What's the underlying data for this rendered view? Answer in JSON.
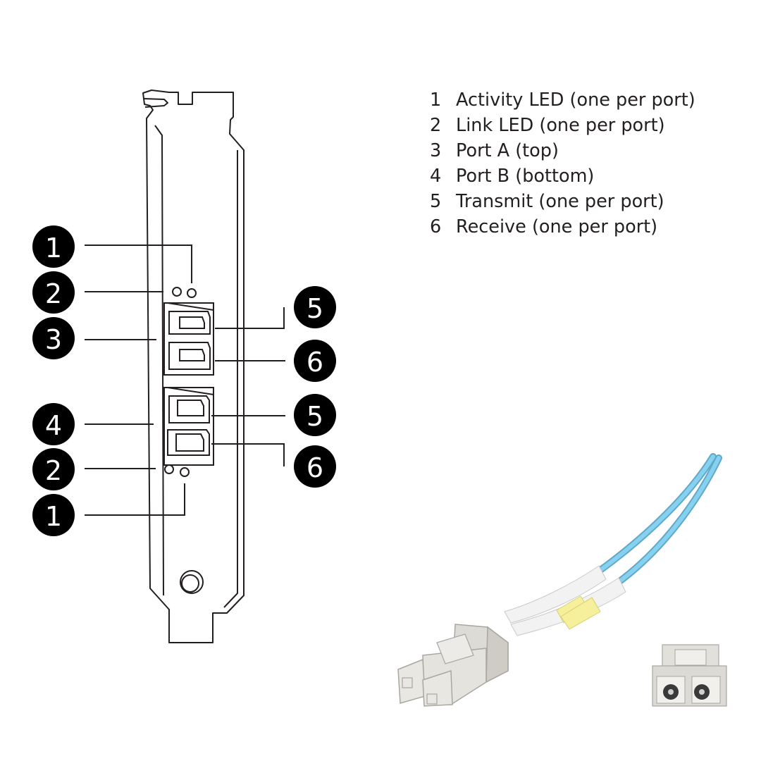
{
  "legend": [
    {
      "number": "1",
      "label": "Activity LED (one per port)"
    },
    {
      "number": "2",
      "label": "Link LED (one per port)"
    },
    {
      "number": "3",
      "label": "Port A (top)"
    },
    {
      "number": "4",
      "label": "Port B (bottom)"
    },
    {
      "number": "5",
      "label": "Transmit (one per port)"
    },
    {
      "number": "6",
      "label": "Receive (one per port)"
    }
  ],
  "callouts": {
    "left_1_top": "1",
    "left_2_top": "2",
    "left_3": "3",
    "left_4": "4",
    "left_2_bottom": "2",
    "left_1_bottom": "1",
    "right_5_top": "5",
    "right_6_top": "6",
    "right_5_bottom": "5",
    "right_6_bottom": "6"
  },
  "colors": {
    "callout_fill": "#000000",
    "fiber_cable": "#6bc4e8",
    "connector_body": "#e3e1dc",
    "cable_boot": "#f1f1f1",
    "color_band": "#f6ef9c"
  }
}
